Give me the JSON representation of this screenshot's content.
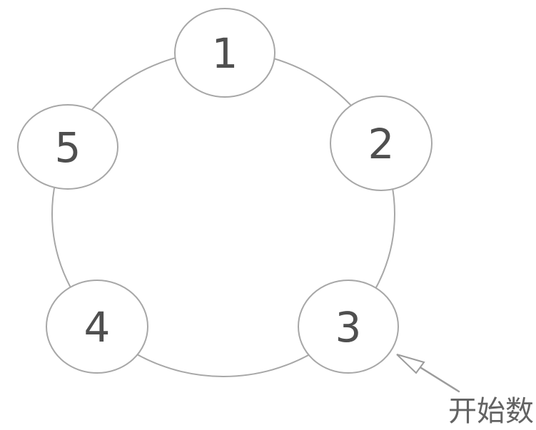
{
  "diagram": {
    "type": "circular-counting-ring",
    "nodes": [
      {
        "label": "1"
      },
      {
        "label": "2"
      },
      {
        "label": "3"
      },
      {
        "label": "4"
      },
      {
        "label": "5"
      }
    ],
    "annotation": {
      "label": "开始数",
      "target_node": "3"
    },
    "colors": {
      "stroke": "#a7a7a7",
      "node_fill": "#ffffff",
      "number": "#4f4f4f",
      "arrow": "#9c9c9c",
      "annotation_text": "#636363"
    }
  }
}
